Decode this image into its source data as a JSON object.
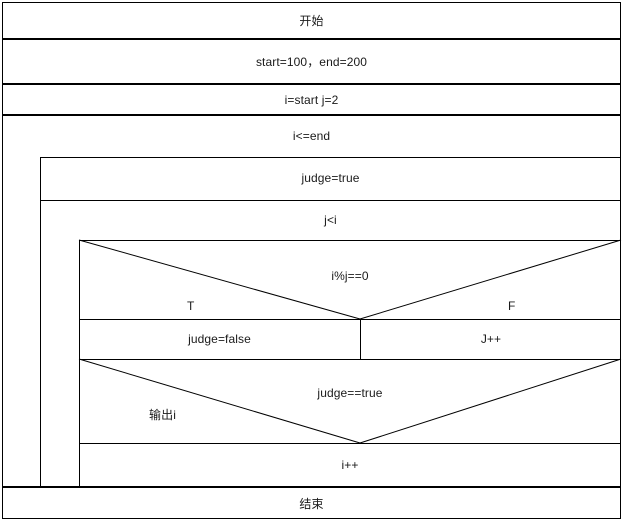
{
  "diagram": {
    "type": "ns-diagram",
    "title_block": "开始",
    "end_block": "结束",
    "blocks": [
      {
        "id": "start",
        "kind": "terminal",
        "text": "开始"
      },
      {
        "id": "init-range",
        "kind": "process",
        "text": "start=100，end=200"
      },
      {
        "id": "init-vars",
        "kind": "process",
        "text": "i=start  j=2"
      },
      {
        "id": "outer-loop",
        "kind": "loop-header",
        "text": "i<=end"
      },
      {
        "id": "judge-init",
        "kind": "process",
        "text": "judge=true"
      },
      {
        "id": "inner-loop",
        "kind": "loop-header",
        "text": "j<i"
      },
      {
        "id": "cond-mod",
        "kind": "decision",
        "text": "i%j==0",
        "true_label": "T",
        "false_label": "F",
        "true_branch": "judge=false",
        "false_branch": "J++"
      },
      {
        "id": "cond-judge",
        "kind": "decision",
        "text": "judge==true",
        "true_label": "",
        "false_label": "",
        "true_branch": "输出i",
        "false_branch": ""
      },
      {
        "id": "increment-i",
        "kind": "process",
        "text": "i++"
      },
      {
        "id": "end",
        "kind": "terminal",
        "text": "结束"
      }
    ],
    "colors": {
      "stroke": "#000000",
      "background": "#ffffff",
      "text": "#1a1a1a"
    }
  }
}
